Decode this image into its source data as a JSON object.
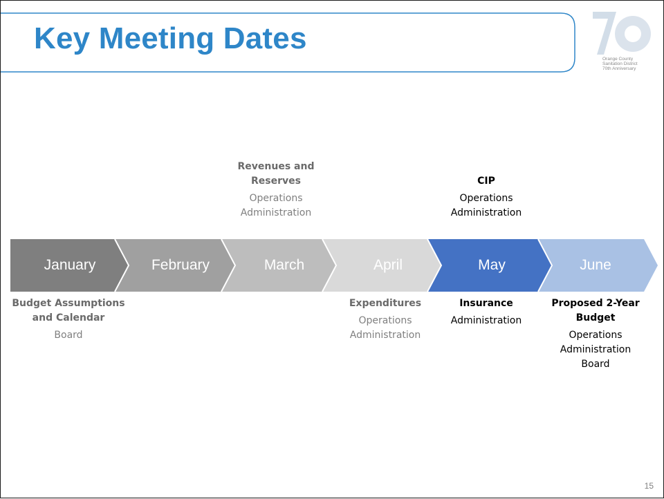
{
  "title": "Key Meeting Dates",
  "logo": {
    "text": "Orange County\nSanitation District\n70th Anniversary",
    "number": "70"
  },
  "months": [
    "January",
    "February",
    "March",
    "April",
    "May",
    "June"
  ],
  "month_colors": [
    "#7f7f7f",
    "#a0a0a0",
    "#bdbdbd",
    "#d9d9d9",
    "#4472c4",
    "#a9c1e4"
  ],
  "title_color": "#2e86c8",
  "above": {
    "march": {
      "heading": "Revenues and\nReserves",
      "body": "Operations\nAdministration"
    },
    "may": {
      "heading": "CIP",
      "body": "Operations\nAdministration"
    }
  },
  "below": {
    "january": {
      "heading": "Budget Assumptions\nand Calendar",
      "body": "Board"
    },
    "april": {
      "heading": "Expenditures",
      "body": "Operations\nAdministration"
    },
    "may": {
      "heading": "Insurance",
      "body": "Administration"
    },
    "june": {
      "heading": "Proposed 2-Year\nBudget",
      "body": "Operations\nAdministration\nBoard"
    }
  },
  "page_number": "15"
}
